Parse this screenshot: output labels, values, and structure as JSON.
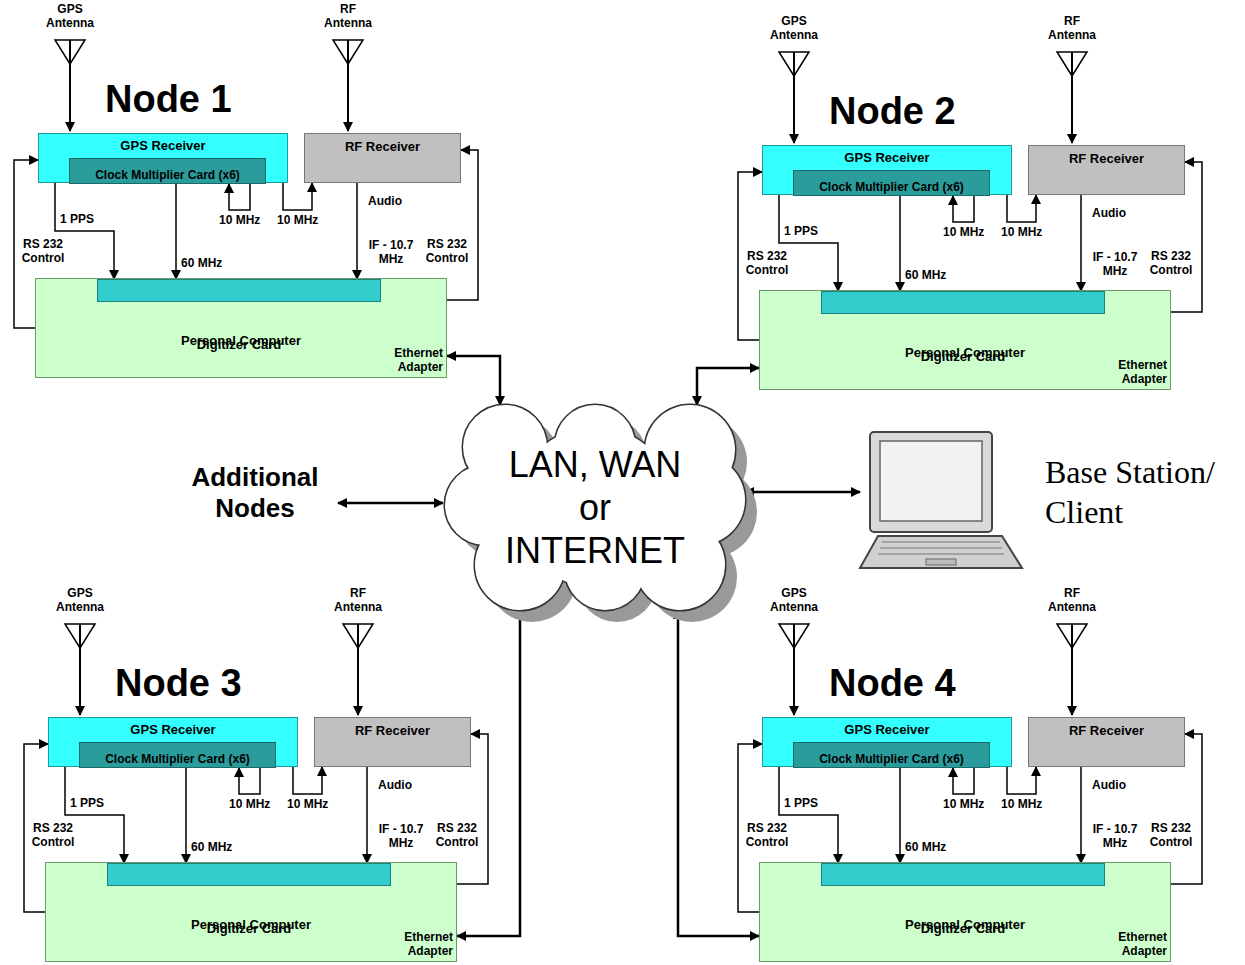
{
  "diagram": {
    "nodes": [
      {
        "text": [
          "GPS Receiver"
        ]
      },
      {
        "text": [
          "Clock Multiplier Card (x6)"
        ],
        "in": 0
      },
      {
        "text": [
          "RF Receiver"
        ]
      },
      {
        "text": [
          "Personal Computer",
          "Ethernet Adapter"
        ]
      },
      {
        "text": [
          "Digitizer Card"
        ],
        "in": 3
      },
      {
        "text": [
          "GPS Receiver"
        ]
      },
      {
        "text": [
          "Clock Multiplier Card (x6)"
        ],
        "in": 5
      },
      {
        "text": [
          "RF Receiver"
        ]
      },
      {
        "text": [
          "Personal Computer",
          "Ethernet Adapter"
        ]
      },
      {
        "text": [
          "Digitizer Card"
        ],
        "in": 8
      },
      {
        "text": [
          "LAN, WAN or INTERNET"
        ]
      },
      {
        "text": [
          "Base Station/ Client"
        ]
      },
      {
        "text": [
          "GPS Receiver"
        ]
      },
      {
        "text": [
          "Clock Multiplier Card (x6)"
        ],
        "in": 12
      },
      {
        "text": [
          "RF Receiver"
        ]
      },
      {
        "text": [
          "Personal Computer",
          "Ethernet Adapter"
        ]
      },
      {
        "text": [
          "Digitizer Card"
        ],
        "in": 15
      },
      {
        "text": [
          "GPS Receiver"
        ]
      },
      {
        "text": [
          "Clock Multiplier Card (x6)"
        ],
        "in": 17
      },
      {
        "text": [
          "RF Receiver"
        ]
      },
      {
        "text": [
          "Personal Computer",
          "Ethernet Adapter"
        ]
      },
      {
        "text": [
          "Digitizer Card"
        ],
        "in": 20
      }
    ],
    "edges": [
      {
        "from": 0,
        "to": 1,
        "label": "10 MHz",
        "arrow": "to"
      },
      {
        "from": 0,
        "to": 2,
        "label": "10 MHz",
        "arrow": "to"
      },
      {
        "from": 0,
        "to": 4,
        "label": "1 PPS",
        "arrow": "to"
      },
      {
        "from": 1,
        "to": 4,
        "label": "60 MHz",
        "arrow": "to"
      },
      {
        "from": 2,
        "to": 4,
        "label": "IF - 10.7 MHz",
        "arrow": "to"
      },
      {
        "from": 3,
        "to": 0,
        "label": "RS 232 Control",
        "arrow": "to"
      },
      {
        "from": 3,
        "to": 2,
        "label": "RS 232 Control",
        "arrow": "to"
      },
      {
        "from": 3,
        "to": 10,
        "arrow": "both"
      },
      {
        "from": 5,
        "to": 6,
        "label": "10 MHz",
        "arrow": "to"
      },
      {
        "from": 5,
        "to": 7,
        "label": "10 MHz",
        "arrow": "to"
      },
      {
        "from": 5,
        "to": 9,
        "label": "1 PPS",
        "arrow": "to"
      },
      {
        "from": 6,
        "to": 9,
        "label": "60 MHz",
        "arrow": "to"
      },
      {
        "from": 7,
        "to": 9,
        "label": "IF - 10.7 MHz",
        "arrow": "to"
      },
      {
        "from": 8,
        "to": 5,
        "label": "RS 232 Control",
        "arrow": "to"
      },
      {
        "from": 8,
        "to": 7,
        "label": "RS 232 Control",
        "arrow": "to"
      },
      {
        "from": 8,
        "to": 10,
        "arrow": "both"
      },
      {
        "from": 12,
        "to": 13,
        "label": "10 MHz",
        "arrow": "to"
      },
      {
        "from": 12,
        "to": 14,
        "label": "10 MHz",
        "arrow": "to"
      },
      {
        "from": 12,
        "to": 16,
        "label": "1 PPS",
        "arrow": "to"
      },
      {
        "from": 13,
        "to": 16,
        "label": "60 MHz",
        "arrow": "to"
      },
      {
        "from": 14,
        "to": 16,
        "label": "IF - 10.7 MHz",
        "arrow": "to"
      },
      {
        "from": 15,
        "to": 12,
        "label": "RS 232 Control",
        "arrow": "to"
      },
      {
        "from": 15,
        "to": 14,
        "label": "RS 232 Control",
        "arrow": "to"
      },
      {
        "from": 15,
        "to": 10,
        "arrow": "both"
      },
      {
        "from": 17,
        "to": 18,
        "label": "10 MHz",
        "arrow": "to"
      },
      {
        "from": 17,
        "to": 19,
        "label": "10 MHz",
        "arrow": "to"
      },
      {
        "from": 17,
        "to": 21,
        "label": "1 PPS",
        "arrow": "to"
      },
      {
        "from": 18,
        "to": 21,
        "label": "60 MHz",
        "arrow": "to"
      },
      {
        "from": 19,
        "to": 21,
        "label": "IF - 10.7 MHz",
        "arrow": "to"
      },
      {
        "from": 20,
        "to": 17,
        "label": "RS 232 Control",
        "arrow": "to"
      },
      {
        "from": 20,
        "to": 19,
        "label": "RS 232 Control",
        "arrow": "to"
      },
      {
        "from": 20,
        "to": 10,
        "arrow": "both"
      },
      {
        "from": 11,
        "to": 10,
        "arrow": "both"
      }
    ],
    "labels": [
      "Node 1",
      "GPS Antenna",
      "RF Antenna",
      "Audio",
      "Node 2",
      "GPS Antenna",
      "RF Antenna",
      "Audio",
      "Node 3",
      "GPS Antenna",
      "RF Antenna",
      "Audio",
      "Node 4",
      "GPS Antenna",
      "RF Antenna",
      "Audio",
      "Additional Nodes"
    ]
  }
}
